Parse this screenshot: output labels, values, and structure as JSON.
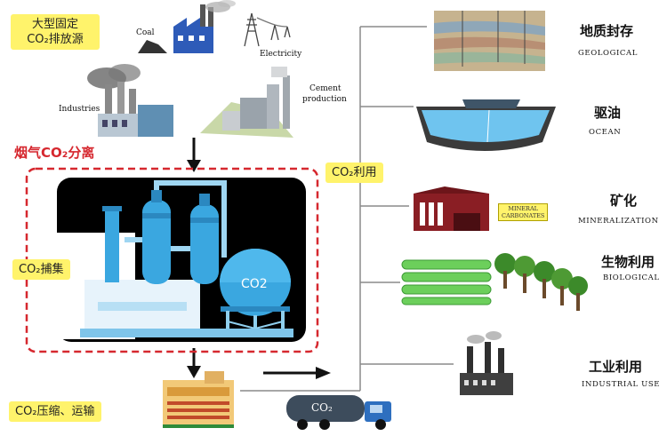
{
  "sources": {
    "title_line1": "大型固定",
    "title_line2": "CO₂排放源",
    "coal": "Coal",
    "electricity": "Electricity",
    "industries": "Industries",
    "cement_line1": "Cement",
    "cement_line2": "production"
  },
  "separation_label": "烟气CO₂分离",
  "capture_label": "CO₂捕集",
  "tank_label": "CO2",
  "transport_label": "CO₂压缩、运输",
  "truck_label": "CO₂",
  "utilization_label": "CO₂利用",
  "utilization": [
    {
      "cn": "地质封存",
      "en": "GEOLOGICAL"
    },
    {
      "cn": "驱油",
      "en": "OCEAN"
    },
    {
      "cn": "矿化",
      "en": "MINERALIZATION"
    },
    {
      "cn": "生物利用",
      "en": "BIOLOGICAL"
    },
    {
      "cn": "工业利用",
      "en": "INDUSTRIAL USE"
    }
  ],
  "mineral_sign_line1": "MINERAL",
  "mineral_sign_line2": "CARBONATES",
  "colors": {
    "label_yellow": "#fff36b",
    "accent_red": "#d6282f",
    "plant_blue": "#3aa7e0"
  }
}
